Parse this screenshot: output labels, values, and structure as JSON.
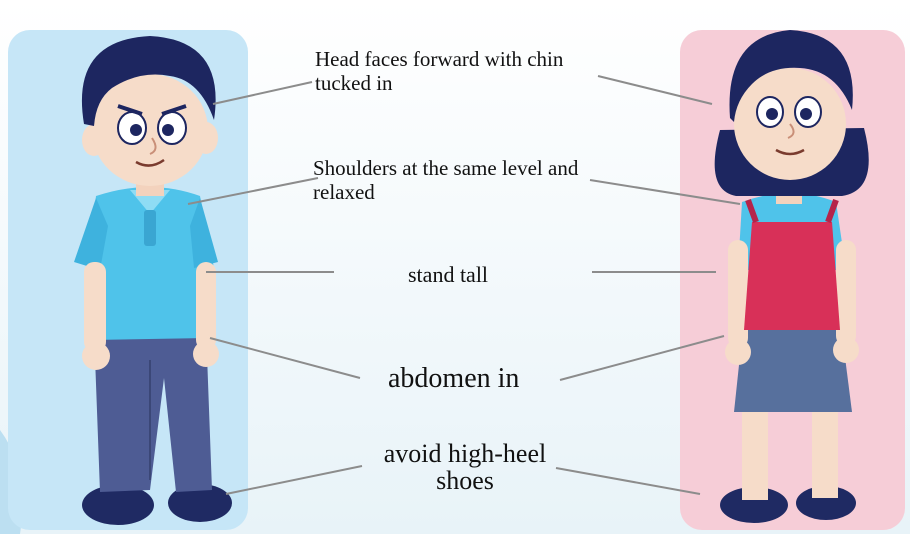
{
  "annotations": {
    "head": {
      "line1": "Head faces forward with chin",
      "line2": "tucked in"
    },
    "shoulders": {
      "line1": "Shoulders at the same level and",
      "line2": "relaxed"
    },
    "stand": "stand tall",
    "abdomen": "abdomen in",
    "shoes": {
      "line1": "avoid high-heel",
      "line2": "shoes"
    }
  },
  "colors": {
    "boy_panel": "#c6e6f7",
    "girl_panel": "#f6cdd7",
    "boy_shirt": "#4fc3ea",
    "boy_pants": "#4e5c94",
    "girl_apron": "#d83058",
    "girl_skirt": "#57709d",
    "hair": "#1d2660",
    "skin": "#f6dcc9",
    "leader_line": "#8c8c8c"
  }
}
